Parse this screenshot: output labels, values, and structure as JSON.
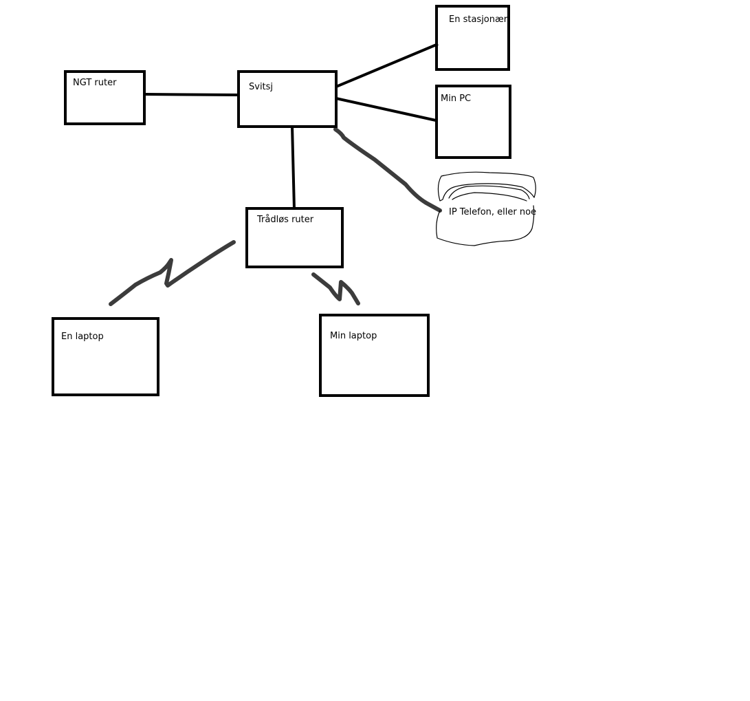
{
  "diagram": {
    "nodes": {
      "ngt_ruter": "NGT ruter",
      "svitsj": "Svitsj",
      "en_stasjonaer": "En stasjonær",
      "min_pc": "Min PC",
      "ip_telefon": "IP Telefon, eller noe",
      "tradlos_ruter": "Trådløs ruter",
      "en_laptop": "En laptop",
      "min_laptop": "Min laptop"
    },
    "edges": [
      {
        "from": "NGT ruter",
        "to": "Svitsj",
        "style": "wired"
      },
      {
        "from": "Svitsj",
        "to": "En stasjonær",
        "style": "wired"
      },
      {
        "from": "Svitsj",
        "to": "Min PC",
        "style": "wired"
      },
      {
        "from": "Svitsj",
        "to": "IP Telefon, eller noe",
        "style": "hand-drawn"
      },
      {
        "from": "Svitsj",
        "to": "Trådløs ruter",
        "style": "wired"
      },
      {
        "from": "Trådløs ruter",
        "to": "En laptop",
        "style": "wireless"
      },
      {
        "from": "Trådløs ruter",
        "to": "Min laptop",
        "style": "wireless"
      }
    ],
    "colors": {
      "box": "#000000",
      "wired": "#000000",
      "wireless": "#3c3c3c",
      "background": "#ffffff"
    }
  }
}
